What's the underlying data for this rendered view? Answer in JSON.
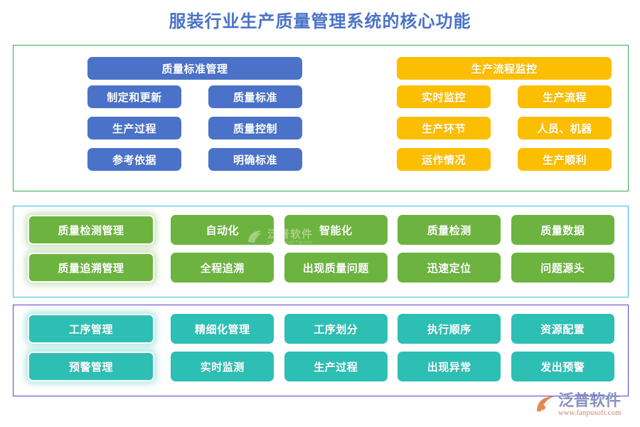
{
  "page": {
    "title": "服装行业生产质量管理系统的核心功能",
    "title_color": "#4a72c8",
    "background": "#ffffff"
  },
  "sections": [
    {
      "id": "section-standards-monitoring",
      "border_color": "#3aa856",
      "groups": [
        {
          "id": "quality-standard-management",
          "accent": "#4a72c8",
          "header": "质量标准管理",
          "rows": [
            [
              "制定和更新",
              "质量标准"
            ],
            [
              "生产过程",
              "质量控制"
            ],
            [
              "参考依据",
              "明确标准"
            ]
          ]
        },
        {
          "id": "production-process-monitoring",
          "accent": "#fcbe00",
          "header": "生产流程监控",
          "rows": [
            [
              "实时监控",
              "生产流程"
            ],
            [
              "生产环节",
              "人员、机器"
            ],
            [
              "运作情况",
              "生产顺利"
            ]
          ]
        }
      ]
    },
    {
      "id": "section-inspection-traceability",
      "border_color": "#3fb8ec",
      "accent": "#6cb43f",
      "bands": [
        {
          "lead": "质量检测管理",
          "items": [
            "自动化",
            "智能化",
            "质量检测",
            "质量数据"
          ]
        },
        {
          "lead": "质量追溯管理",
          "items": [
            "全程追溯",
            "出现质量问题",
            "迅速定位",
            "问题源头"
          ]
        }
      ]
    },
    {
      "id": "section-process-alert",
      "border_color": "#5b3fd6",
      "accent": "#2ebfb4",
      "bands": [
        {
          "lead": "工序管理",
          "items": [
            "精细化管理",
            "工序划分",
            "执行顺序",
            "资源配置"
          ]
        },
        {
          "lead": "预警管理",
          "items": [
            "实时监测",
            "生产过程",
            "出现异常",
            "发出预警"
          ]
        }
      ]
    }
  ],
  "watermark": {
    "name": "泛普软件",
    "sub": "FANPU SOFTWARE"
  },
  "brand": {
    "name": "泛普软件",
    "url": "www.fanpusoft.com",
    "mark_color": "#e08a54",
    "name_color": "#8792bd",
    "url_color": "#c8846a"
  }
}
